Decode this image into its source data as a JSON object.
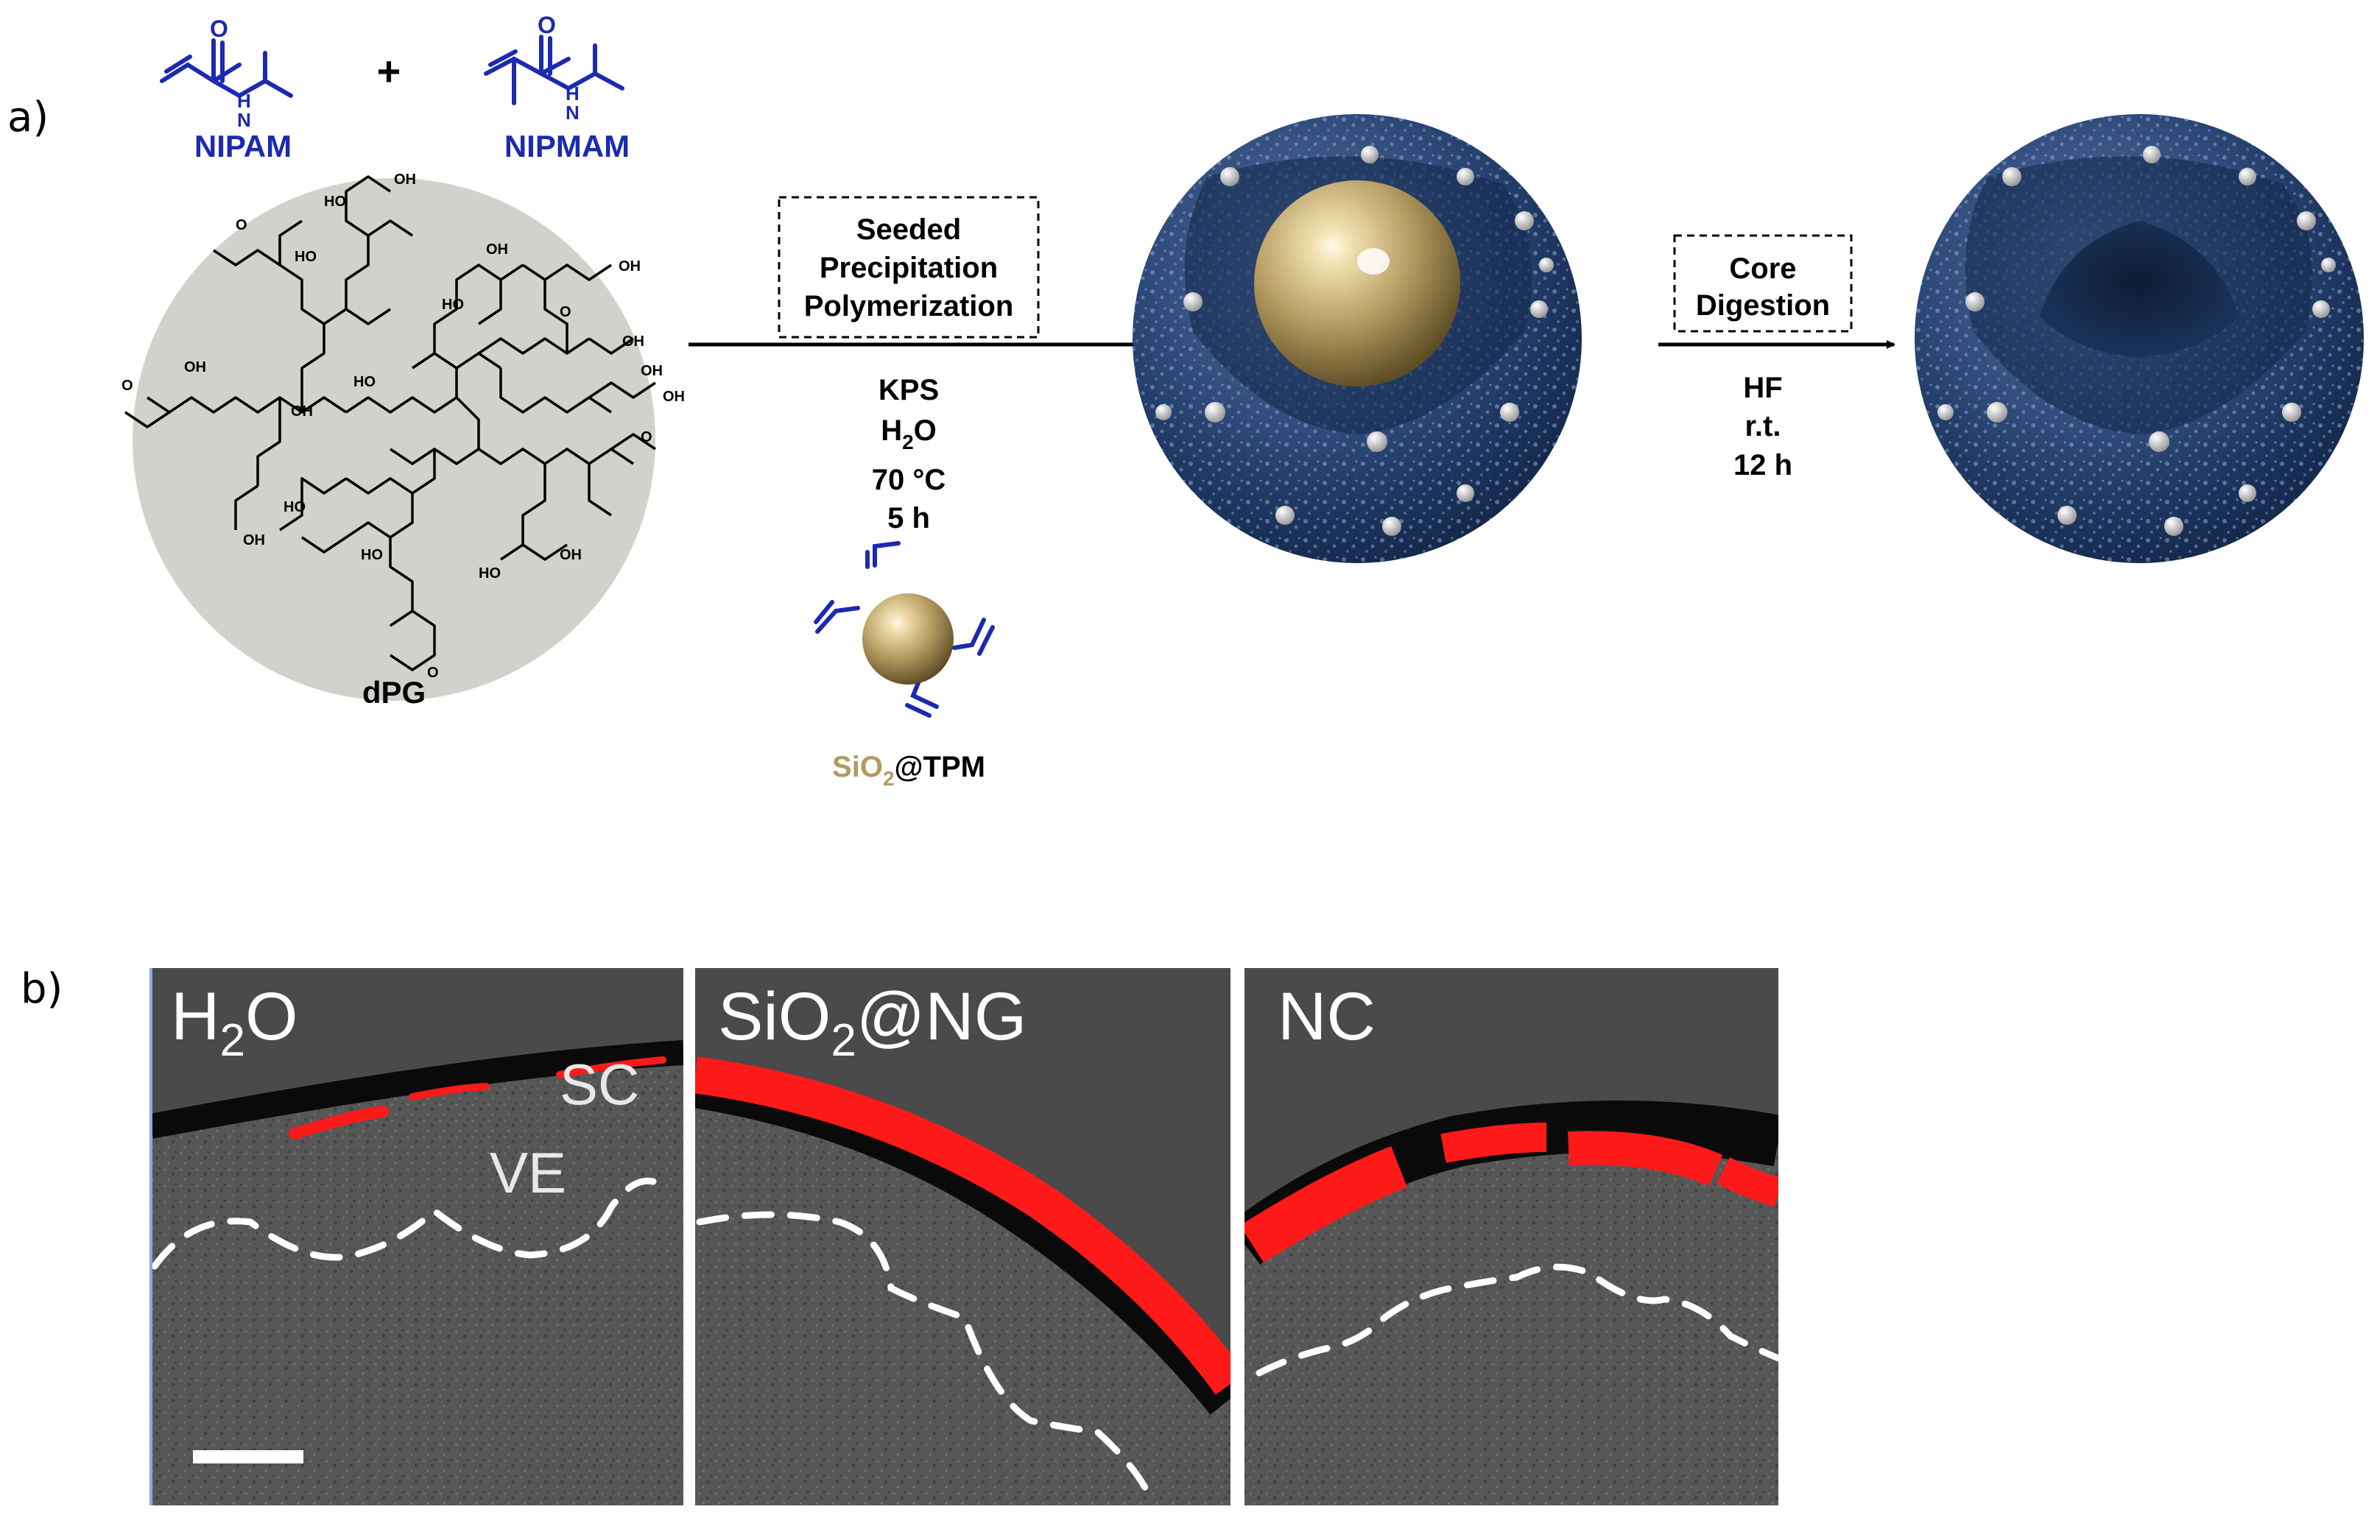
{
  "panel_a": {
    "label": "a)",
    "monomers": {
      "nipam": "NIPAM",
      "nipmam": "NIPMAM",
      "plus": "+",
      "atom_O": "O",
      "atom_H": "H",
      "atom_N": "N"
    },
    "dpg": {
      "label": "dPG",
      "group_OH": "OH",
      "group_HO": "HO",
      "atom_O": "O"
    },
    "step1": {
      "box_lines": [
        "Seeded",
        "Precipitation",
        "Polymerization"
      ],
      "conditions": {
        "kps": "KPS",
        "h2o_H": "H",
        "h2o_sub": "2",
        "h2o_O": "O",
        "temp": "70 °C",
        "time": "5 h"
      },
      "seed": {
        "si": "SiO",
        "sub": "2",
        "rest": "@TPM"
      }
    },
    "step2": {
      "box_lines": [
        "Core",
        "Digestion"
      ],
      "conditions": [
        "HF",
        "r.t.",
        "12 h"
      ]
    }
  },
  "panel_b": {
    "label": "b)",
    "images": [
      {
        "title_main": "H",
        "title_sub": "2",
        "title_end": "O",
        "sc": "SC",
        "ve": "VE"
      },
      {
        "title_main": "SiO",
        "title_sub": "2",
        "title_end": "@NG"
      },
      {
        "title_main": "NC",
        "title_sub": "",
        "title_end": ""
      }
    ]
  },
  "colors": {
    "blue_text": "#1b2ab0",
    "gold": "#b39a62",
    "nanogel": "#1d3557",
    "fluorescence": "#ff1a1a",
    "micro_bg": "#555555"
  }
}
